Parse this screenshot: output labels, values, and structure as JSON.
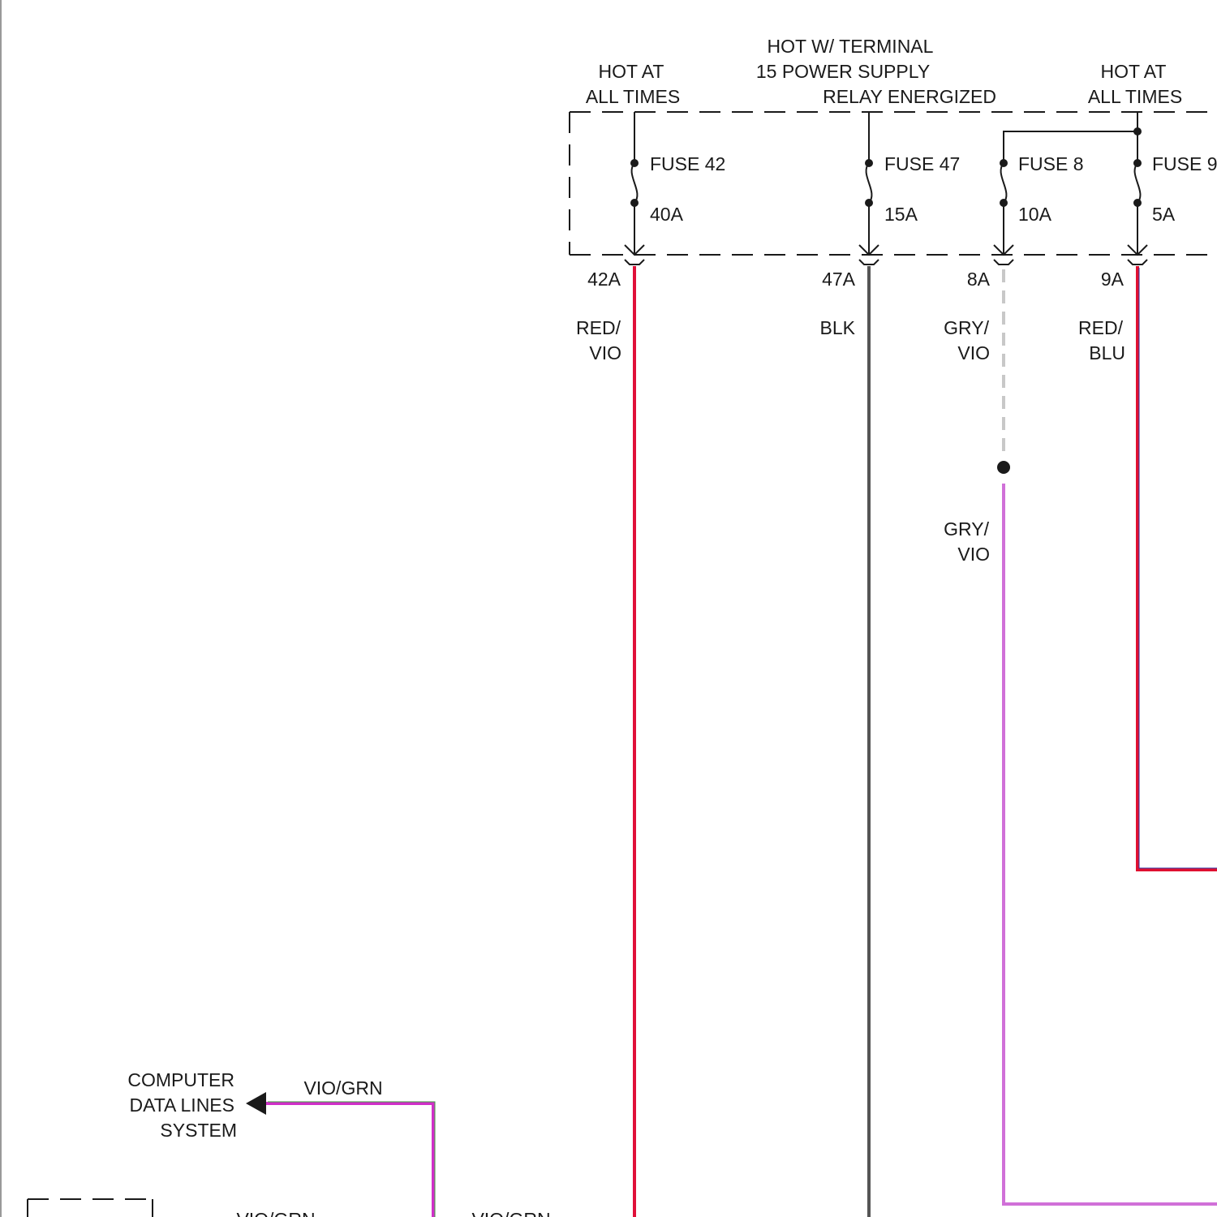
{
  "supply_labels": {
    "hot_at_all_times_left": [
      "HOT AT",
      "ALL TIMES"
    ],
    "terminal_15": [
      "HOT W/ TERMINAL",
      "15 POWER SUPPLY",
      "RELAY ENERGIZED"
    ],
    "hot_at_all_times_right": [
      "HOT AT",
      "ALL TIMES"
    ]
  },
  "fuses": [
    {
      "name": "FUSE 42",
      "rating": "40A",
      "terminal": "42A",
      "wire_color": [
        "RED/",
        "VIO"
      ]
    },
    {
      "name": "FUSE 47",
      "rating": "15A",
      "terminal": "47A",
      "wire_color": [
        "BLK"
      ]
    },
    {
      "name": "FUSE 8",
      "rating": "10A",
      "terminal": "8A",
      "wire_color": [
        "GRY/",
        "VIO"
      ]
    },
    {
      "name": "FUSE 9",
      "rating": "5A",
      "terminal": "9A",
      "wire_color": [
        "RED/",
        "BLU"
      ]
    }
  ],
  "splice_wire_color": [
    "GRY/",
    "VIO"
  ],
  "computer_data_lines": {
    "label": [
      "COMPUTER",
      "DATA LINES",
      "SYSTEM"
    ],
    "wire_color": "VIO/GRN"
  },
  "bottom_wire_labels": [
    "VIO/GRN",
    "VIO/GRN"
  ],
  "colors": {
    "red_vio": "#e0103a",
    "blk": "#555555",
    "gry_vio": "#d070d8",
    "red_blu": "#e01030",
    "vio_grn": "#d030c8",
    "line": "#1a1a1a"
  }
}
